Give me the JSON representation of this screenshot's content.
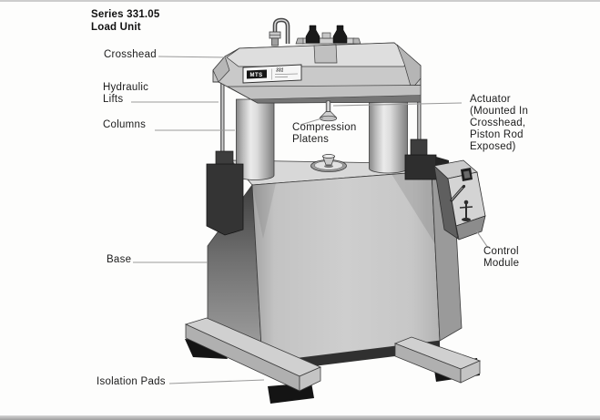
{
  "title": "Series 331.05\nLoad Unit",
  "labels": {
    "crosshead": "Crosshead",
    "hydraulic_lifts": "Hydraulic\nLifts",
    "columns": "Columns",
    "compression_platens": "Compression\nPlatens",
    "actuator": "Actuator\n(Mounted In\nCrosshead,\nPiston Rod\nExposed)",
    "base": "Base",
    "control_module": "Control\nModule",
    "isolation_pads": "Isolation Pads"
  },
  "machine": {
    "nameplate": {
      "brand": "MTS",
      "model": "331"
    }
  },
  "colors": {
    "ink": "#1c1c1c",
    "leader_line": "#9a9a9a",
    "metal_light": "#dcdcdc",
    "metal_mid": "#c9c9c9",
    "metal_dark": "#8f8f8f",
    "block_dark": "#343434",
    "pad_black": "#141414"
  }
}
